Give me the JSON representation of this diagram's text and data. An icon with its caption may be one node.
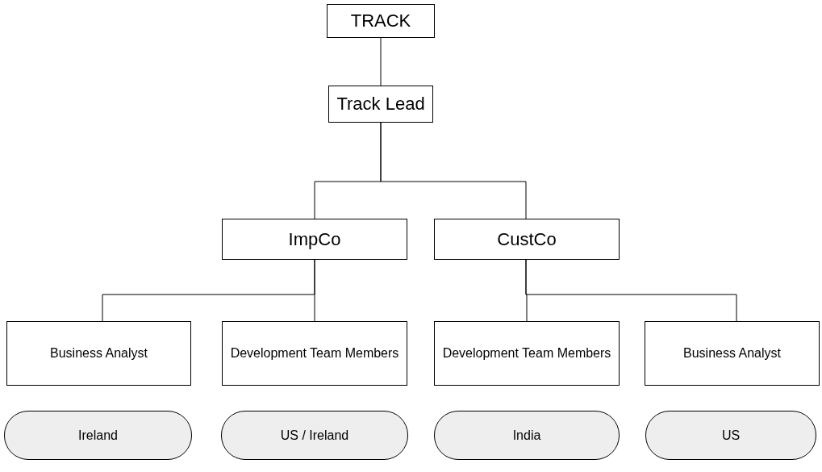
{
  "diagram": {
    "nodes": [
      {
        "text": [
          "TRACK"
        ]
      },
      {
        "text": [
          "Track Lead"
        ]
      },
      {
        "text": [
          "ImpCo"
        ]
      },
      {
        "text": [
          "CustCo"
        ]
      },
      {
        "text": [
          "Business Analyst"
        ]
      },
      {
        "text": [
          "Development Team Members"
        ]
      },
      {
        "text": [
          "Development Team Members"
        ]
      },
      {
        "text": [
          "Business Analyst"
        ]
      },
      {
        "text": [
          "Ireland"
        ]
      },
      {
        "text": [
          "US / Ireland"
        ]
      },
      {
        "text": [
          "India"
        ]
      },
      {
        "text": [
          "US"
        ]
      }
    ],
    "edges": [
      {
        "from": 0,
        "to": 1,
        "arrow": "none"
      },
      {
        "from": 1,
        "to": 2,
        "arrow": "none"
      },
      {
        "from": 1,
        "to": 3,
        "arrow": "none"
      },
      {
        "from": 2,
        "to": 4,
        "arrow": "none"
      },
      {
        "from": 2,
        "to": 5,
        "arrow": "none"
      },
      {
        "from": 3,
        "to": 6,
        "arrow": "none"
      },
      {
        "from": 3,
        "to": 7,
        "arrow": "none"
      }
    ]
  }
}
